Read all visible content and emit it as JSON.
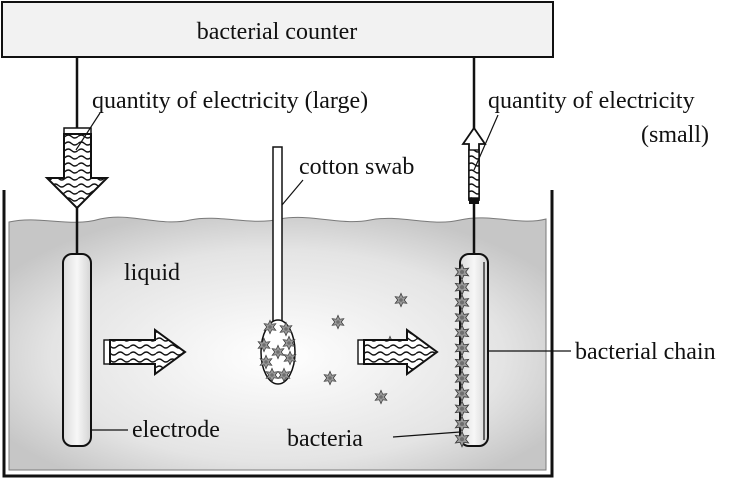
{
  "labels": {
    "counter": "bacterial counter",
    "quantity_large": "quantity of electricity (large)",
    "quantity_small_line1": "quantity of electricity",
    "quantity_small_line2": "(small)",
    "cotton_swab": "cotton swab",
    "liquid": "liquid",
    "bacterial_chain": "bacterial chain",
    "electrode": "electrode",
    "bacteria": "bacteria"
  },
  "icons": {
    "electricity_arrow": "wavy-hatched-arrow-icon",
    "bacterium": "spiky-bacterium-icon"
  },
  "colors": {
    "line": "#111111",
    "box_fill": "#f2f2f2",
    "liquid_edge": "#c8c8c8",
    "liquid_center": "#ffffff",
    "bacterium_fill": "#9a9a9a"
  }
}
